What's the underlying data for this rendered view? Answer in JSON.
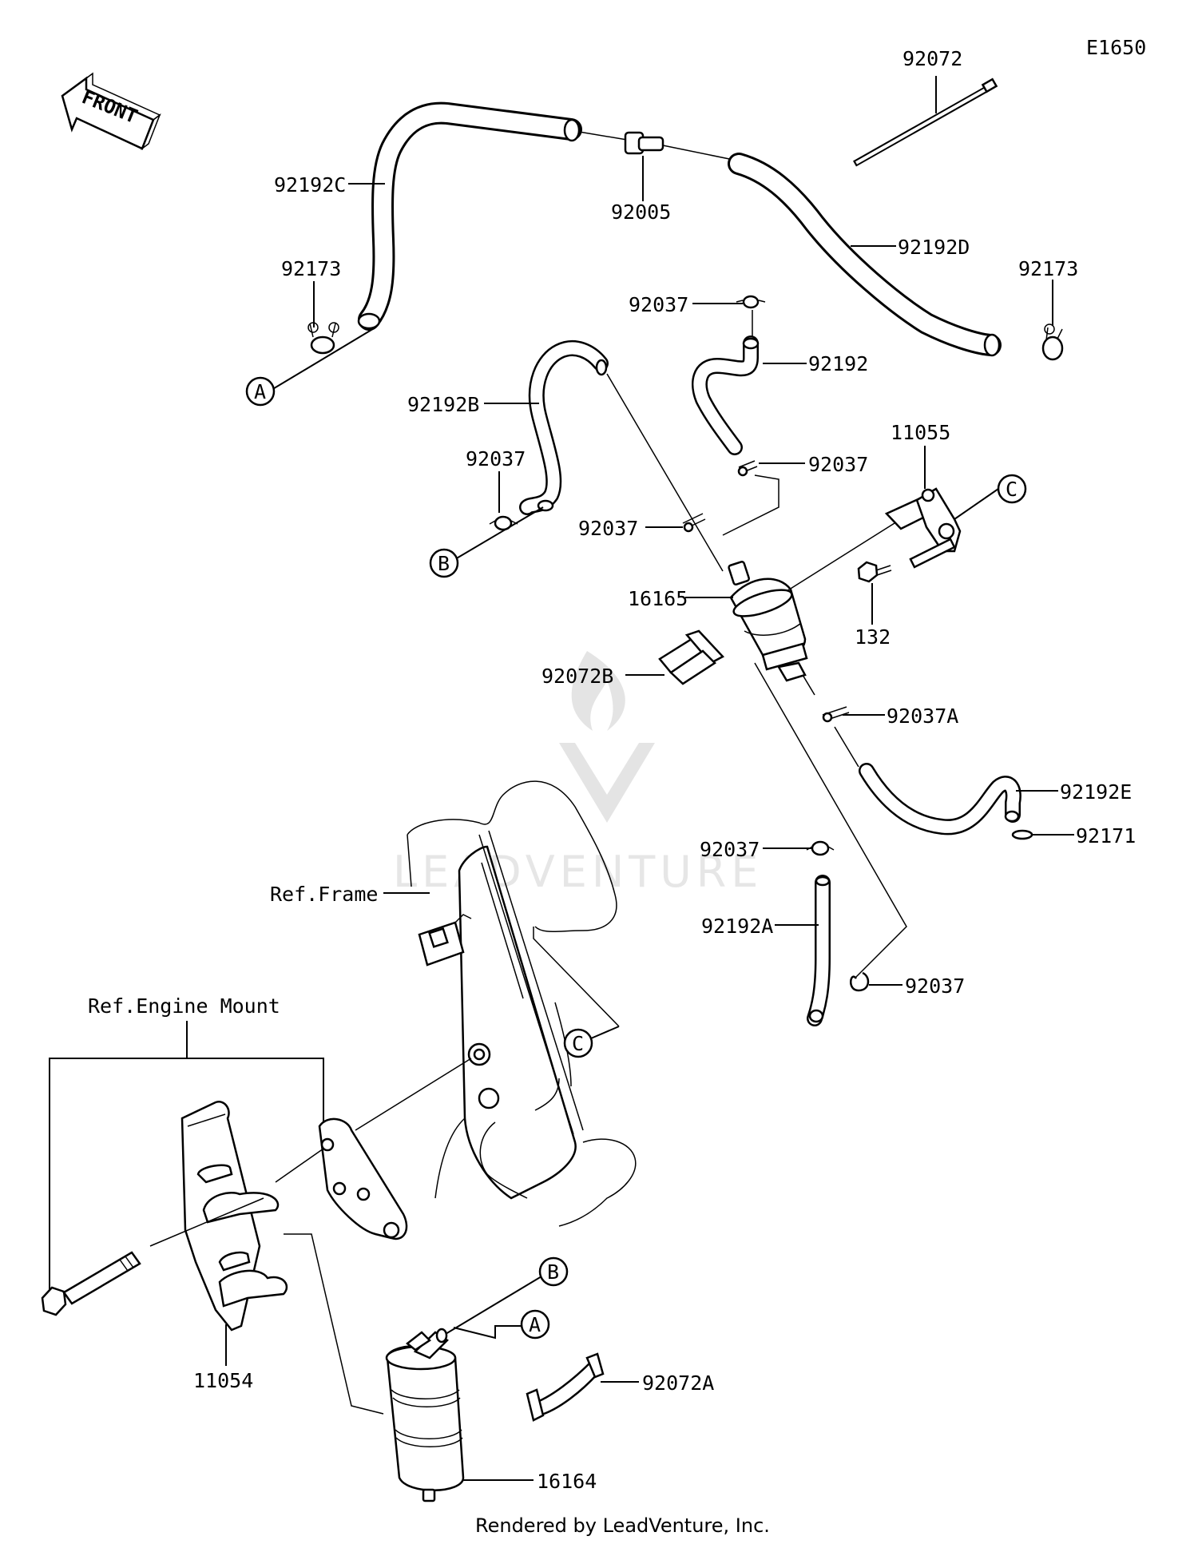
{
  "figure_id": "E1650",
  "front_label": "FRONT",
  "watermark": "LEADVENTURE",
  "footer": "Rendered by LeadVenture, Inc.",
  "refs": {
    "frame": "Ref.Frame",
    "engine_mount": "Ref.Engine Mount"
  },
  "callouts": {
    "a": "A",
    "b": "B",
    "c": "C"
  },
  "parts": {
    "p92072": "92072",
    "p92192C": "92192C",
    "p92005": "92005",
    "p92192D": "92192D",
    "p92173_left": "92173",
    "p92173_right": "92173",
    "p92037_top": "92037",
    "p92192": "92192",
    "p92192B": "92192B",
    "p92037_b": "92037",
    "p92037_mid_right": "92037",
    "p92037_mid_left": "92037",
    "p11055": "11055",
    "p16165": "16165",
    "p132": "132",
    "p92072B": "92072B",
    "p92037A": "92037A",
    "p92192E": "92192E",
    "p92171": "92171",
    "p92037_lower": "92037",
    "p92192A": "92192A",
    "p92037_clamp": "92037",
    "p11054": "11054",
    "p92072A": "92072A",
    "p16164": "16164"
  }
}
